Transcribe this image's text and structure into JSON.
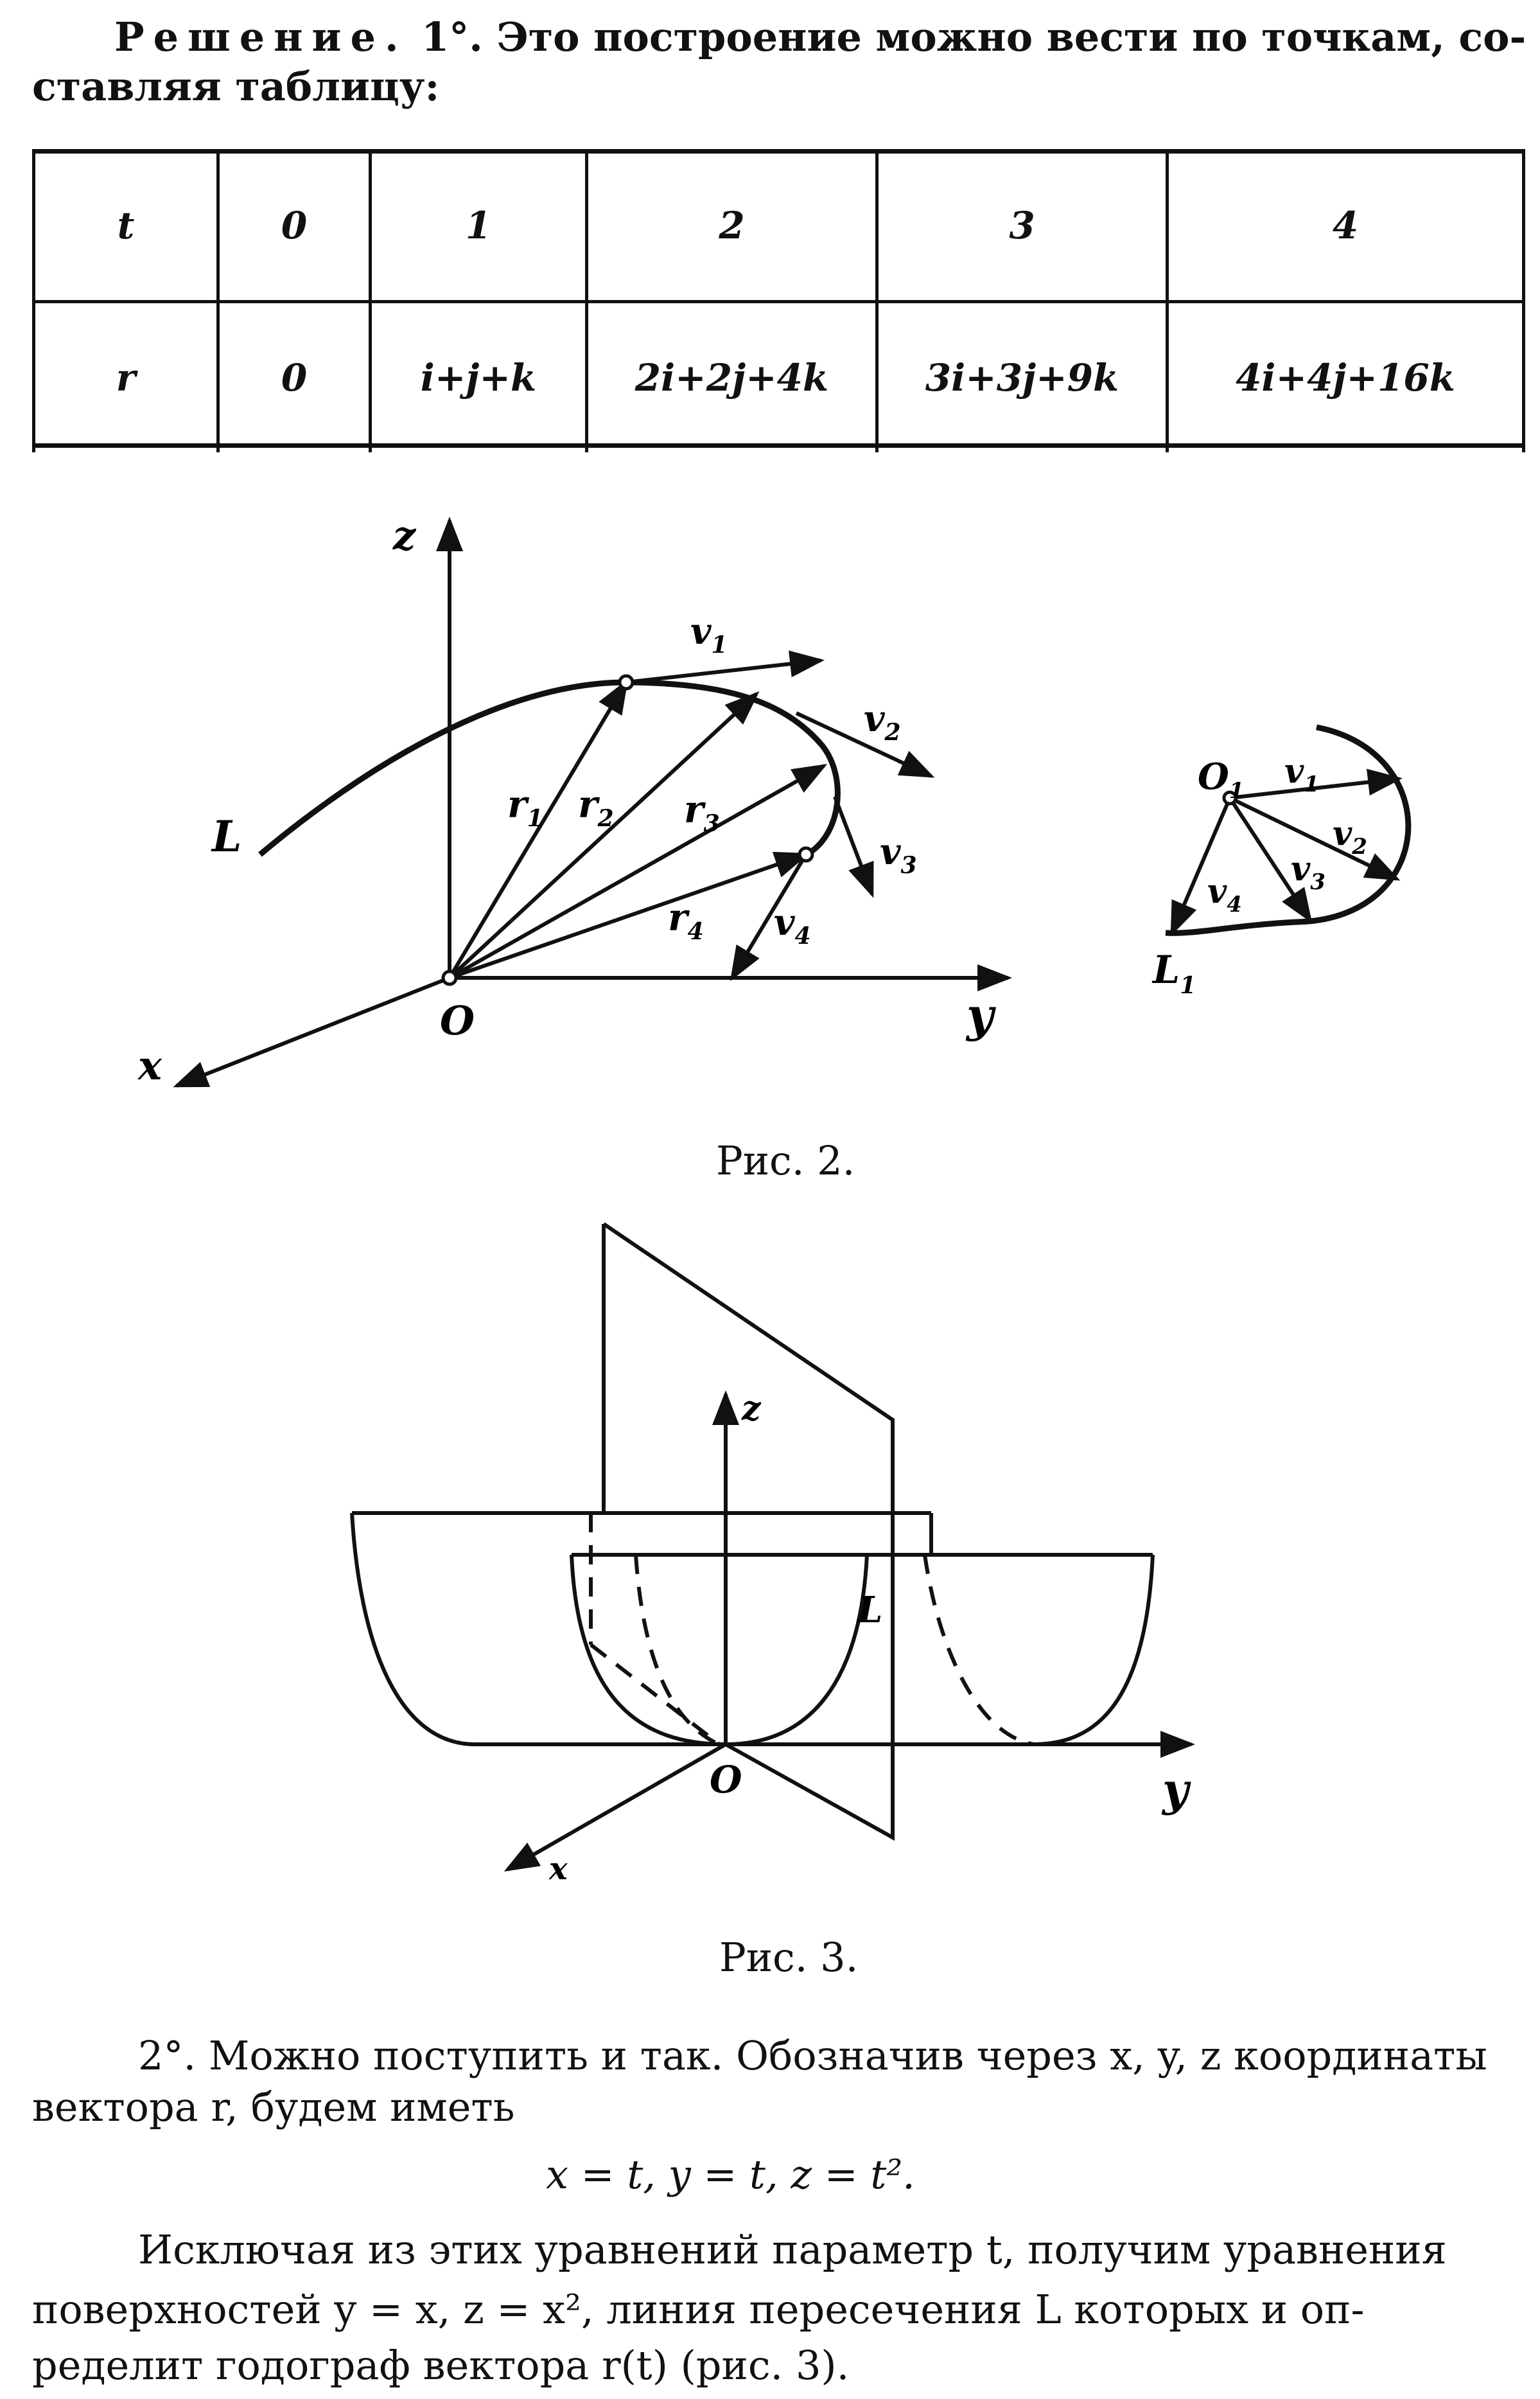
{
  "intro": {
    "label": "Решение.",
    "rest": " 1°. Это построение можно вести по точкам, со-",
    "line2": "ставляя таблицу:"
  },
  "table": {
    "rows": [
      [
        "t",
        "0",
        "1",
        "2",
        "3",
        "4"
      ],
      [
        "r",
        "0",
        "i+j+k",
        "2i+2j+4k",
        "3i+3j+9k",
        "4i+4j+16k"
      ]
    ]
  },
  "fig2": {
    "caption": "Рис. 2.",
    "labels": {
      "z": "z",
      "x": "x",
      "y": "y",
      "O": "O",
      "L": "L",
      "r1": "r",
      "r1_sub": "1",
      "r2": "r",
      "r2_sub": "2",
      "r3": "r",
      "r3_sub": "3",
      "r4": "r",
      "r4_sub": "4",
      "v1": "v",
      "v1_sub": "1",
      "v2": "v",
      "v2_sub": "2",
      "v3": "v",
      "v3_sub": "3",
      "v4": "v",
      "v4_sub": "4",
      "O1": "O",
      "O1_sub": "1",
      "L1": "L",
      "L1_sub": "1"
    }
  },
  "fig3": {
    "caption": "Рис. 3.",
    "labels": {
      "z": "z",
      "y": "y",
      "x": "x",
      "O": "O",
      "L": "L"
    }
  },
  "para2": {
    "line1": "2°. Можно поступить и так. Обозначив через x, y, z координаты",
    "line2": "вектора r,  будем  иметь",
    "formula": "x = t,    y = t,    z = t²."
  },
  "para3": {
    "line1": "Исключая из этих уравнений параметр t, получим уравнения",
    "line2": "поверхностей y = x, z = x², линия пересечения L которых и оп-",
    "line3": "ределит  годограф  вектора r(t)  (рис.  3)."
  }
}
